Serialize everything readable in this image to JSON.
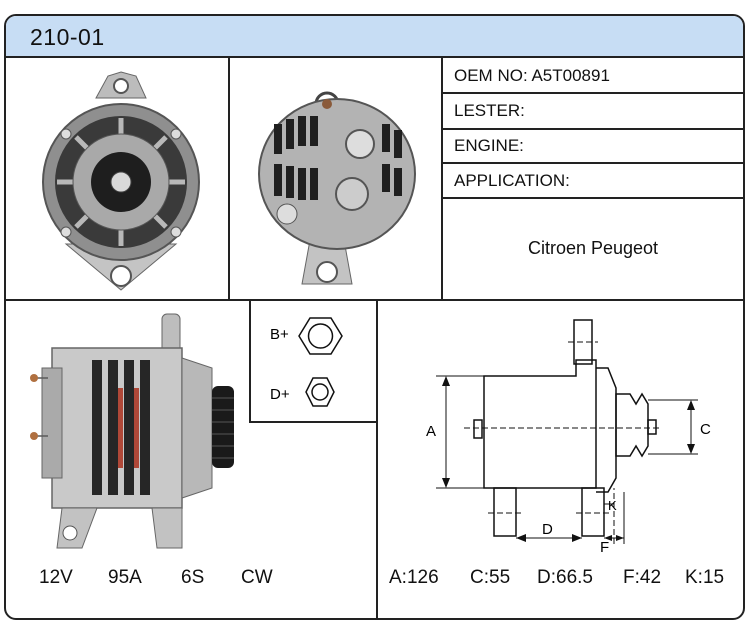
{
  "part_number": "210-01",
  "info": {
    "oem_label": "OEM NO:",
    "oem_value": "A5T00891",
    "lester_label": "LESTER:",
    "engine_label": "ENGINE:",
    "application_label": "APPLICATION:",
    "application_value": "Citroen Peugeot"
  },
  "terminals": {
    "b_label": "B+",
    "d_label": "D+"
  },
  "specs": {
    "voltage": "12V",
    "amperage": "95A",
    "pulley": "6S",
    "rotation": "CW"
  },
  "dimension_labels": {
    "a": "A",
    "c": "C",
    "d": "D",
    "f": "F",
    "k": "K"
  },
  "dimensions": {
    "a": "A:126",
    "c": "C:55",
    "d": "D:66.5",
    "f": "F:42",
    "k": "K:15"
  },
  "colors": {
    "title_bar": "#c7ddf4",
    "border": "#222222"
  }
}
